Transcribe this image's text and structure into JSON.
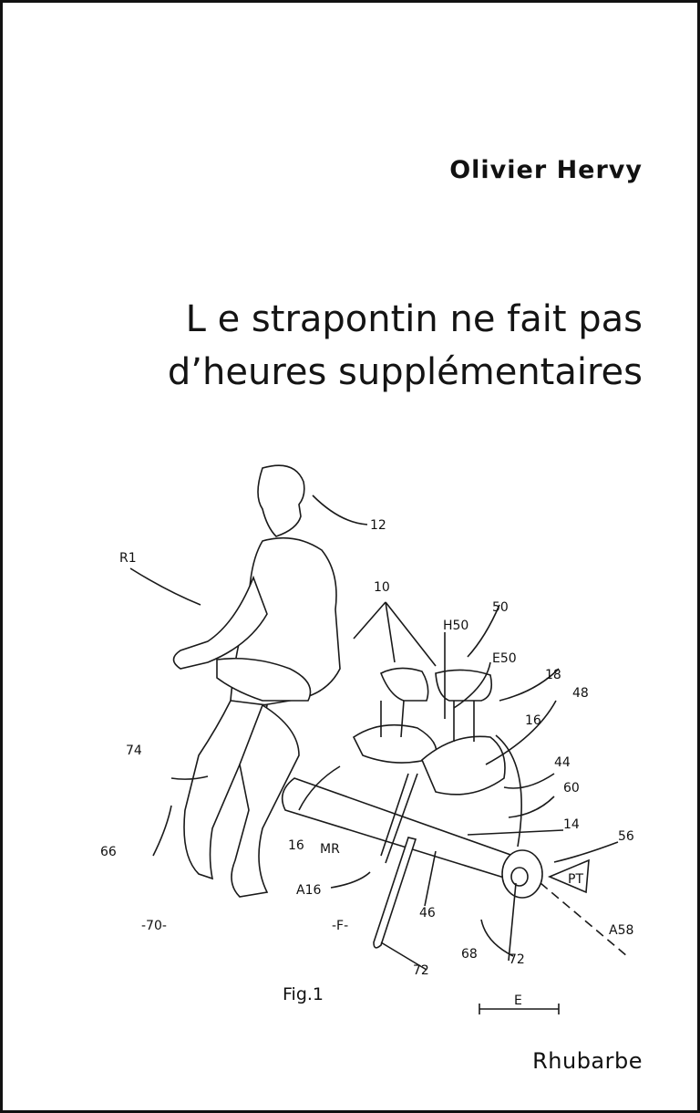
{
  "book": {
    "author": "Olivier Hervy",
    "title_line1": "L e strapontin ne fait pas",
    "title_line2": "d’heures supplémentaires",
    "publisher": "Rhubarbe"
  },
  "figure": {
    "caption": "Fig.1",
    "labels": {
      "l12": "12",
      "lR1": "R1",
      "l10": "10",
      "lH50": "H50",
      "l50": "50",
      "lE50": "E50",
      "l18": "18",
      "l48": "48",
      "l16a": "16",
      "l74": "74",
      "l44": "44",
      "l60": "60",
      "l66": "66",
      "l16b": "16",
      "lMR": "MR",
      "l14": "14",
      "l56": "56",
      "lA16": "A16",
      "lPT": "PT",
      "l46": "46",
      "l70": "-70-",
      "lF": "-F-",
      "lA58": "A58",
      "l68": "68",
      "l72a": "72",
      "l72b": "72",
      "lE": "E"
    }
  }
}
